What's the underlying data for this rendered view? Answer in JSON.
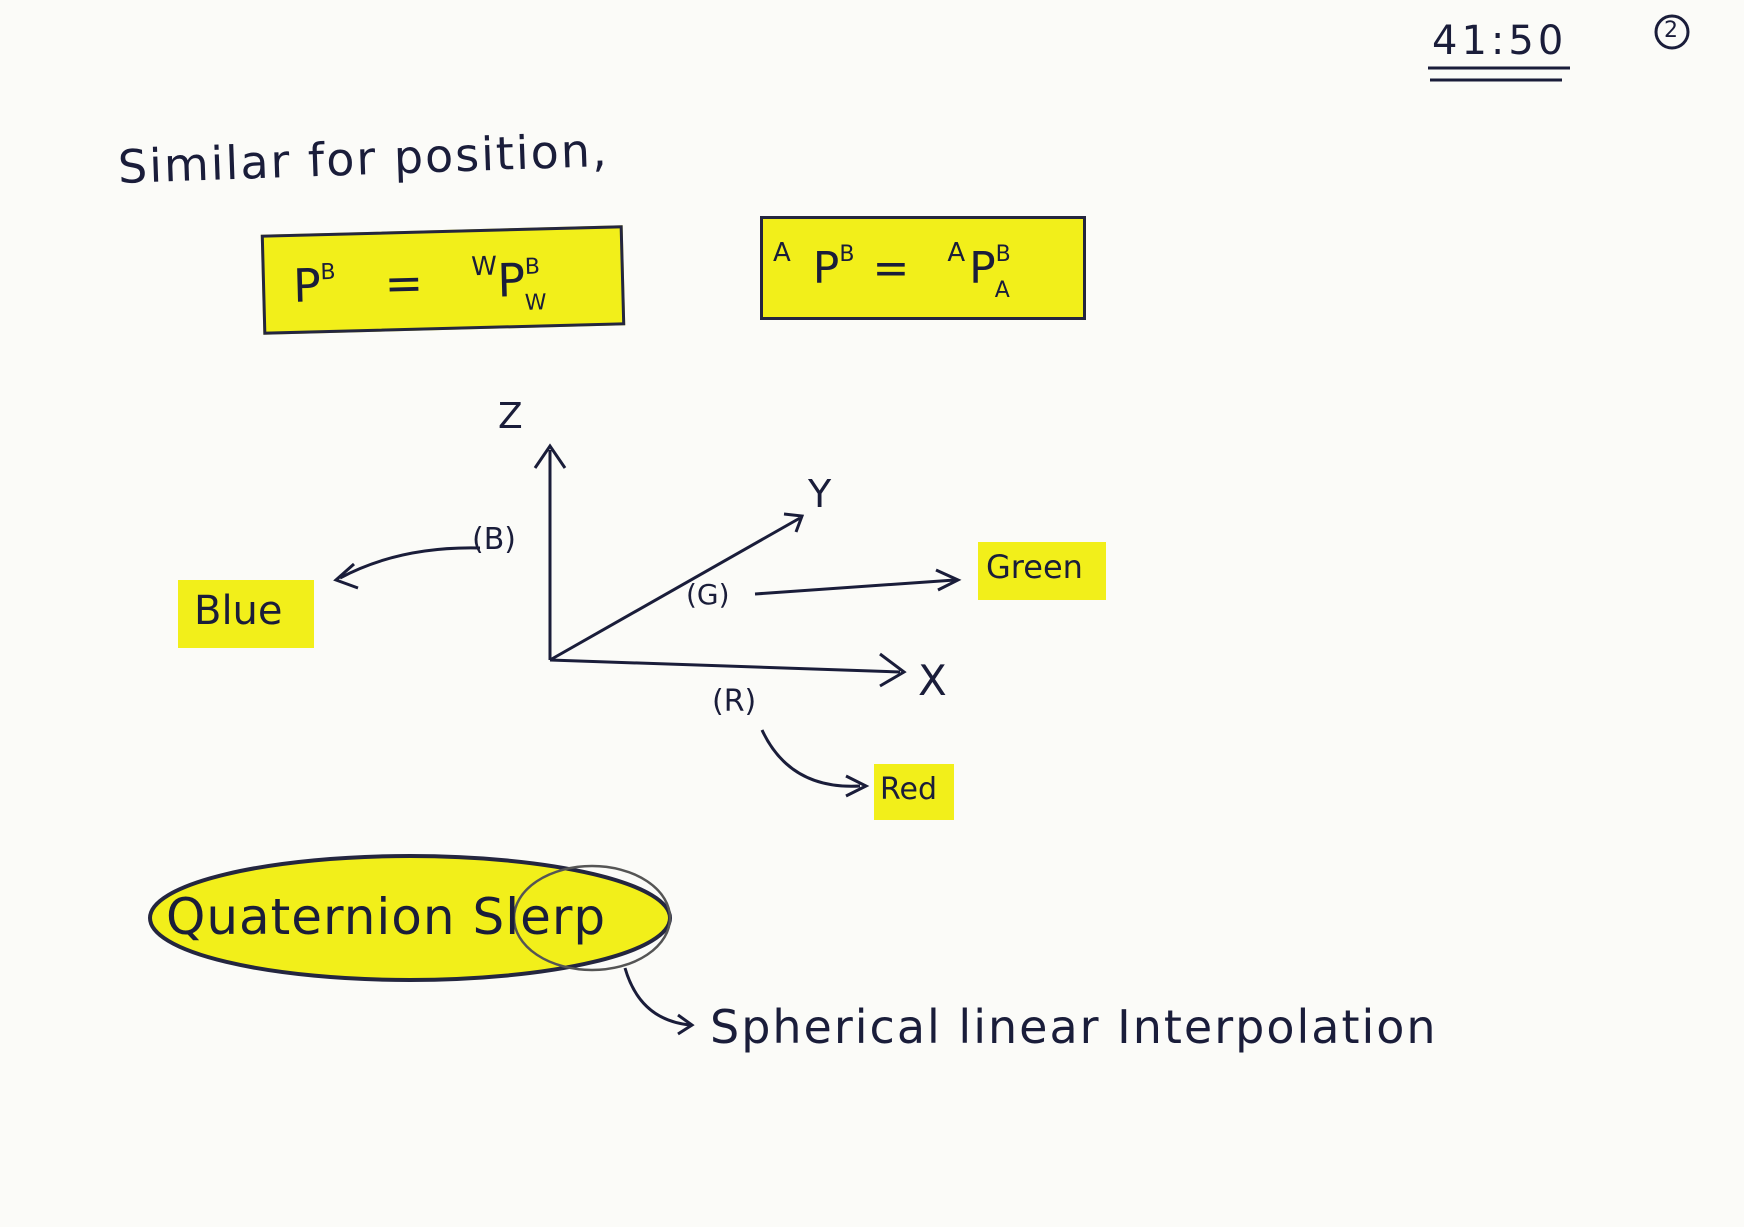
{
  "header": {
    "timestamp": "41:50",
    "page_number": "2"
  },
  "intro": "Similar for position,",
  "equation_1": {
    "lhs_base": "P",
    "lhs_sup": "B",
    "equals": "=",
    "rhs_pre": "W",
    "rhs_base": "P",
    "rhs_sup": "B",
    "rhs_sub": "W"
  },
  "equation_2": {
    "lhs_pre": "A",
    "lhs_base": "P",
    "lhs_sup": "B",
    "equals": "=",
    "rhs_pre": "A",
    "rhs_base": "P",
    "rhs_sup": "B",
    "rhs_sub": "A"
  },
  "axes": {
    "z": "Z",
    "y": "Y",
    "x": "X",
    "z_tag": "(B)",
    "y_tag": "(G)",
    "x_tag": "(R)"
  },
  "color_labels": {
    "blue": "Blue",
    "green": "Green",
    "red": "Red"
  },
  "topic": {
    "title": "Quaternion Slerp",
    "expansion": "Spherical linear Interpolation"
  },
  "colors": {
    "highlight": "#f2ef1a",
    "ink": "#1a1d3a",
    "paper": "#fbfbf8"
  }
}
